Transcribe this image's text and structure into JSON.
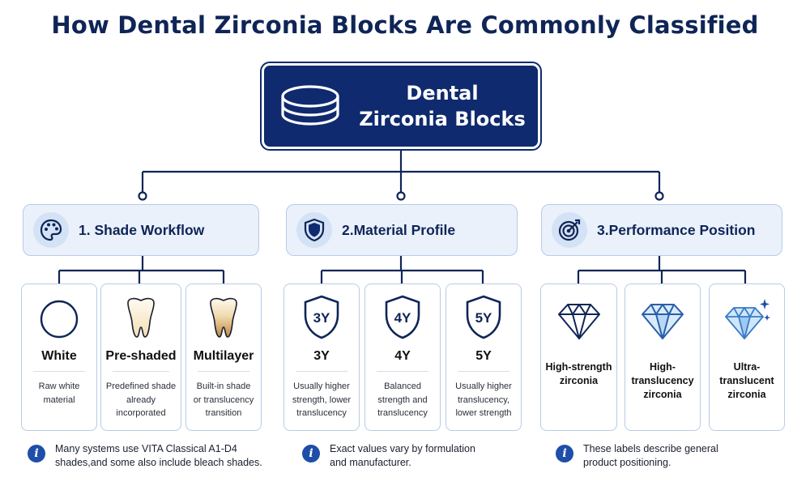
{
  "title": "How Dental Zirconia Blocks Are Commonly Classified",
  "root": {
    "line1": "Dental",
    "line2": "Zirconia Blocks",
    "icon": "zirconia-disc-icon"
  },
  "categories": [
    {
      "label": "1. Shade Workflow",
      "icon": "palette-icon"
    },
    {
      "label": "2.Material Profile",
      "icon": "shield-icon"
    },
    {
      "label": "3.Performance Position",
      "icon": "target-icon"
    }
  ],
  "shade_cards": [
    {
      "title": "White",
      "desc": [
        "Raw white",
        "material"
      ],
      "icon": "circle-icon"
    },
    {
      "title": "Pre-shaded",
      "desc": [
        "Predefined shade",
        "already",
        "incorporated"
      ],
      "icon": "tooth-icon"
    },
    {
      "title": "Multilayer",
      "desc": [
        "Built-in shade",
        "or translucency",
        "transition"
      ],
      "icon": "layered-tooth-icon"
    }
  ],
  "material_cards": [
    {
      "badge": "3Y",
      "title": "3Y",
      "desc": [
        "Usually higher",
        "strength, lower",
        "translucency"
      ],
      "icon": "shield-badge-icon"
    },
    {
      "badge": "4Y",
      "title": "4Y",
      "desc": [
        "Balanced",
        "strength and",
        "translucency"
      ],
      "icon": "shield-badge-icon"
    },
    {
      "badge": "5Y",
      "title": "5Y",
      "desc": [
        "Usually higher",
        "translucency,",
        "lower strength"
      ],
      "icon": "shield-badge-icon"
    }
  ],
  "performance_cards": [
    {
      "title": [
        "High-strength",
        "zirconia"
      ],
      "icon": "diamond-outline-icon"
    },
    {
      "title": [
        "High-",
        "translucency",
        "zirconia"
      ],
      "icon": "diamond-light-icon"
    },
    {
      "title": [
        "Ultra-",
        "translucent",
        "zirconia"
      ],
      "icon": "diamond-sparkle-icon"
    }
  ],
  "notes": [
    {
      "lines": [
        "Many systems use VITA Classical A1-D4",
        "shades,and some also include bleach shades."
      ]
    },
    {
      "lines": [
        "Exact values vary by formulation",
        "and manufacturer."
      ]
    },
    {
      "lines": [
        "These labels describe general",
        "product positioning."
      ]
    }
  ],
  "colors": {
    "navy": "#0f2a6e",
    "accent": "#1e4ea8",
    "panel": "#eaf1fb",
    "border": "#b8cbe8"
  }
}
